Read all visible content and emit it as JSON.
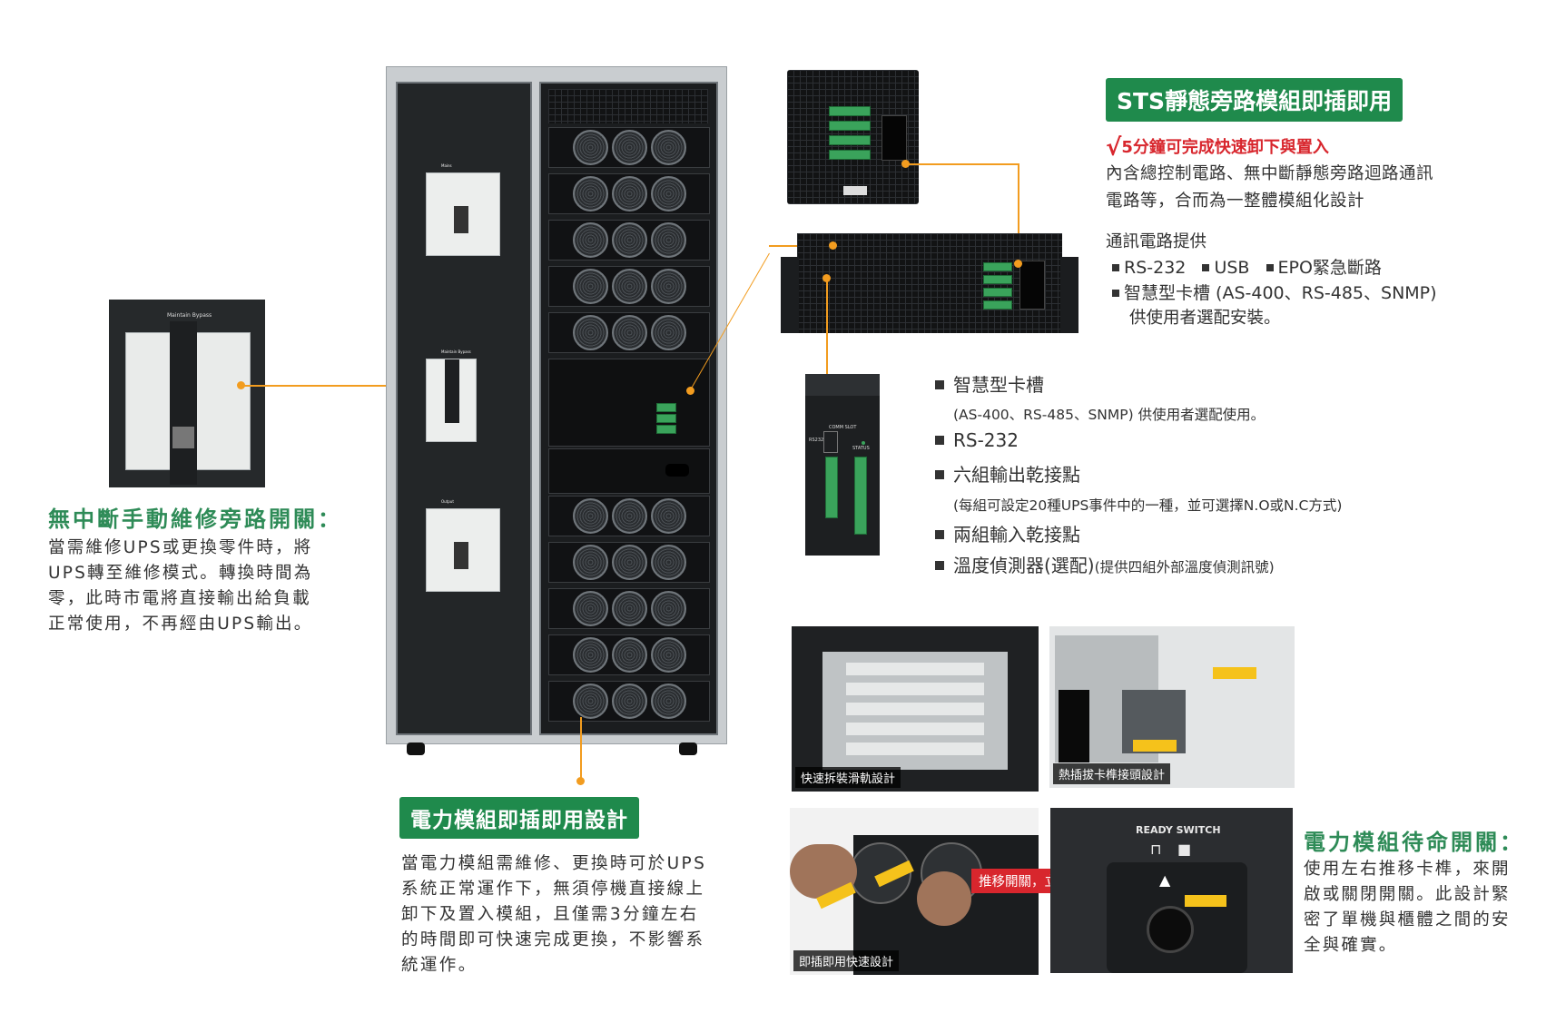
{
  "bypass_section": {
    "title": "無中斷手動維修旁路開關：",
    "body": [
      "當需維修UPS或更換零件時，將",
      "UPS轉至維修模式。轉換時間為",
      "零，此時市電將直接輸出給負載",
      "正常使用，不再經由UPS輸出。"
    ],
    "photo_label": "Maintain Bypass"
  },
  "cabinet": {
    "breaker_labels": [
      "Mains",
      "Maintain Bypass",
      "Output"
    ]
  },
  "sts_section": {
    "title": "STS靜態旁路模組即插即用",
    "check_line": "5分鐘可完成快速卸下與置入",
    "desc": [
      "內含總控制電路、無中斷靜態旁路迴路通訊",
      "電路等，合而為一整體模組化設計"
    ],
    "comm_title": "通訊電路提供",
    "comm_items": [
      "RS-232",
      "USB",
      "EPO緊急斷路"
    ],
    "slot_line": "智慧型卡槽 (AS-400、RS-485、SNMP)",
    "slot_line2": "供使用者選配安裝。"
  },
  "card_section": {
    "card_labels": {
      "comm_slot": "COMM SLOT",
      "rs232": "RS232",
      "status": "STATUS"
    },
    "items": [
      {
        "title": "智慧型卡槽",
        "sub": "(AS-400、RS-485、SNMP) 供使用者選配使用。"
      },
      {
        "title": "RS-232",
        "sub": ""
      },
      {
        "title": "六組輸出乾接點",
        "sub": "(每組可設定20種UPS事件中的一種，並可選擇N.O或N.C方式)"
      },
      {
        "title": "兩組輸入乾接點",
        "sub": ""
      },
      {
        "title": "溫度偵測器(選配)",
        "suffix": "(提供四組外部溫度偵測訊號)"
      }
    ]
  },
  "photos": {
    "rail": "快速拆裝滑軌設計",
    "hotplug": "熱插拔卡榫接頭設計",
    "plugplay": "即插即用快速設計",
    "push_label": "推移開關，立即抽拔",
    "ready_switch": "READY SWITCH"
  },
  "power_section": {
    "title": "電力模組即插即用設計",
    "body": [
      "當電力模組需維修、更換時可於UPS",
      "系統正常運作下，無須停機直接線上",
      "卸下及置入模組，且僅需3分鐘左右",
      "的時間即可快速完成更換，不影響系",
      "統運作。"
    ]
  },
  "standby_section": {
    "title": "電力模組待命開關：",
    "body": [
      "使用左右推移卡榫，來開",
      "啟或關閉開關。此設計緊",
      "密了單機與櫃體之間的安",
      "全與確實。"
    ]
  },
  "colors": {
    "accent_green": "#1f8a4c",
    "callout_orange": "#f29c1f",
    "check_red": "#d8262d"
  }
}
